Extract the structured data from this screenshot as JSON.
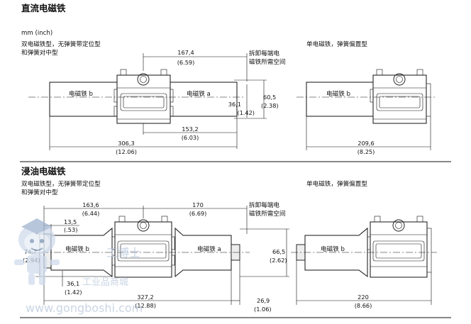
{
  "section1": {
    "title": "直流电磁铁",
    "units": "mm (inch)",
    "left_caption_1": "双电磁铁型，无弹簧带定位型",
    "left_caption_2": "和弹簧对中型",
    "right_caption": "单电磁铁，弹簧偏置型",
    "solenoid_b": "电磁铁 b",
    "solenoid_a": "电磁铁 a",
    "solenoid_b_right": "电磁铁 b",
    "note_1": "拆卸每端电",
    "note_2": "磁铁所需空间",
    "dims": {
      "d1674": "167,4",
      "d1674i": "(6.59)",
      "d605": "60,5",
      "d605i": "(2.38)",
      "d361": "36,1",
      "d361i": "(1.42)",
      "d1532": "153,2",
      "d1532i": "(6.03)",
      "d3063": "306,3",
      "d3063i": "(12.06)",
      "d2096": "209,6",
      "d2096i": "(8.25)"
    }
  },
  "section2": {
    "title": "浸油电磁铁",
    "left_caption_1": "双电磁铁型，无弹簧带定位型",
    "left_caption_2": "和弹簧对中型",
    "right_caption": "单电磁铁，弹簧偏置型",
    "solenoid_b": "电磁铁 b",
    "solenoid_a": "电磁铁 a",
    "solenoid_b_right": "电磁铁 b",
    "note_1": "拆卸每端电",
    "note_2": "磁铁所需空间",
    "dims": {
      "d1636": "163,6",
      "d1636i": "(6.44)",
      "d170": "170",
      "d170i": "(6.69)",
      "d135": "13,5",
      "d135i": "(.53)",
      "d747": "74,7",
      "d747i": "(2.94)",
      "d361": "36,1",
      "d361i": "(1.42)",
      "d665": "66,5",
      "d665i": "(2.62)",
      "d3272": "327,2",
      "d3272i": "(12.88)",
      "d269": "26,9",
      "d269i": "(1.06)",
      "d220": "220",
      "d220i": "(8.66)"
    }
  },
  "watermark": {
    "site": "www.gongboshi.com",
    "cn": "工业品商城",
    "brand": "工博士"
  }
}
